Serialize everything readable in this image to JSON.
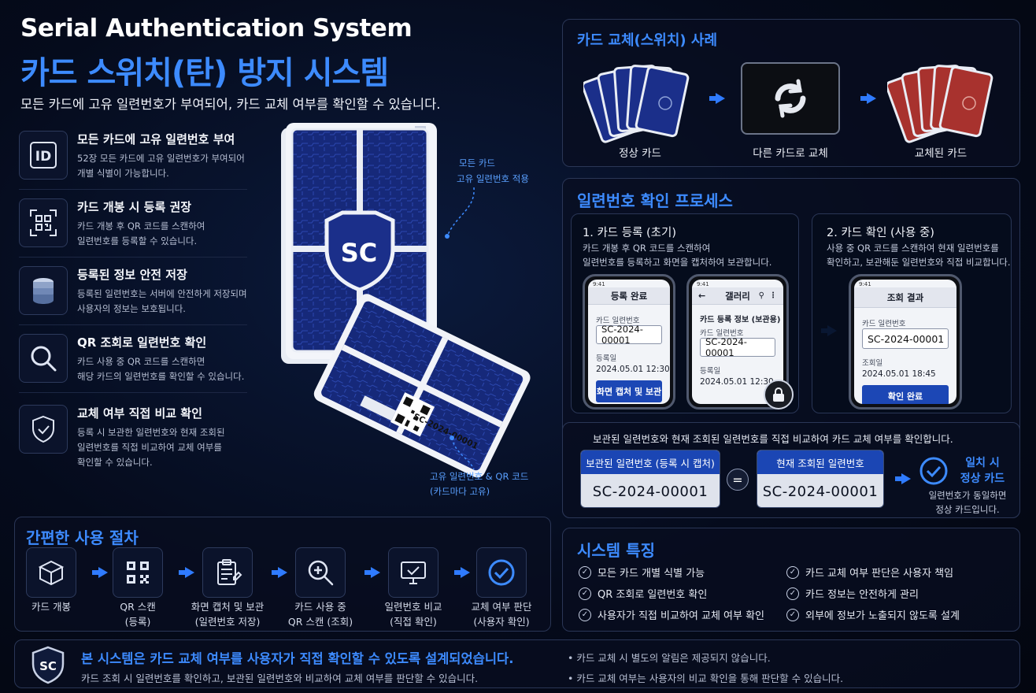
{
  "header": {
    "title_en": "Serial Authentication System",
    "title_ko": "카드 스위치(탄) 방지 시스템",
    "subtitle": "모든 카드에 고유 일련번호가 부여되어, 카드 교체 여부를 확인할 수 있습니다."
  },
  "features": [
    {
      "icon": "id-icon",
      "title": "모든 카드에 고유 일련번호 부여",
      "desc1": "52장 모든 카드에 고유 일련번호가 부여되어",
      "desc2": "개별 식별이 가능합니다.",
      "desc3": ""
    },
    {
      "icon": "qr-scan-icon",
      "title": "카드 개봉 시 등록 권장",
      "desc1": "카드 개봉 후 QR 코드를 스캔하여",
      "desc2": "일련번호를 등록할 수 있습니다.",
      "desc3": ""
    },
    {
      "icon": "database-icon",
      "title": "등록된 정보 안전 저장",
      "desc1": "등록된 일련번호는 서버에 안전하게 저장되며",
      "desc2": "사용자의 정보는 보호됩니다.",
      "desc3": ""
    },
    {
      "icon": "magnifier-icon",
      "title": "QR 조회로 일련번호 확인",
      "desc1": "카드 사용 중 QR 코드를 스캔하면",
      "desc2": "해당 카드의 일련번호를 확인할 수 있습니다.",
      "desc3": ""
    },
    {
      "icon": "shield-check-icon",
      "title": "교체 여부 직접 비교 확인",
      "desc1": "등록 시 보관한 일련번호와 현재 조회된",
      "desc2": "일련번호를 직접 비교하여 교체 여부를",
      "desc3": "확인할 수 있습니다."
    }
  ],
  "deck": {
    "logo": "SC",
    "callout_top_1": "모든 카드",
    "callout_top_2": "고유 일련번호 적용",
    "callout_bottom_1": "고유 일련번호 & QR 코드",
    "callout_bottom_2": "(카드마다 고유)",
    "card_serial": "SC-2024-00001"
  },
  "switch_case": {
    "title": "카드 교체(스위치) 사례",
    "normal": "정상 카드",
    "swap": "다른 카드로 교체",
    "swapped": "교체된 카드"
  },
  "process": {
    "title": "일련번호 확인 프로세스",
    "step1_title": "1. 카드 등록 (초기)",
    "step1_desc1": "카드 개봉 후 QR 코드를 스캔하여",
    "step1_desc2": "일련번호를 등록하고 화면을 캡처하여 보관합니다.",
    "step2_title": "2. 카드 확인 (사용 중)",
    "step2_desc1": "사용 중 QR 코드를 스캔하여 현재 일련번호를",
    "step2_desc2": "확인하고, 보관해둔 일련번호와 직접 비교합니다.",
    "phone1": {
      "time": "9:41",
      "header": "등록 완료",
      "label": "카드 일련번호",
      "serial": "SC-2024-00001",
      "date_label": "등록일",
      "date": "2024.05.01 12:30",
      "button": "화면 캡처 및 보관"
    },
    "phone2": {
      "time": "9:41",
      "header": "갤러리",
      "section": "카드 등록 정보 (보관용)",
      "label": "카드 일련번호",
      "serial": "SC-2024-00001",
      "date_label": "등록일",
      "date": "2024.05.01 12:30"
    },
    "phone3": {
      "time": "9:41",
      "header": "조회 결과",
      "label": "카드 일련번호",
      "serial": "SC-2024-00001",
      "date_label": "조회일",
      "date": "2024.05.01 18:45",
      "button": "확인 완료"
    }
  },
  "compare": {
    "desc": "보관된 일련번호와 현재 조회된 일련번호를 직접 비교하여 카드 교체 여부를 확인합니다.",
    "stored_label": "보관된 일련번호 (등록 시 캡처)",
    "stored_value": "SC-2024-00001",
    "equals": "=",
    "current_label": "현재 조회된 일련번호",
    "current_value": "SC-2024-00001",
    "result_1": "일치 시",
    "result_2": "정상 카드",
    "result_desc1": "일련번호가 동일하면",
    "result_desc2": "정상 카드입니다."
  },
  "system_features": {
    "title": "시스템 특징",
    "items": [
      "모든 카드 개별 식별 가능",
      "카드 교체 여부 판단은 사용자 책임",
      "QR 조회로 일련번호 확인",
      "카드 정보는 안전하게 관리",
      "사용자가 직접 비교하여 교체 여부 확인",
      "외부에 정보가 노출되지 않도록 설계"
    ]
  },
  "procedure": {
    "title": "간편한 사용 절차",
    "steps": [
      {
        "l1": "카드 개봉",
        "l2": ""
      },
      {
        "l1": "QR 스캔",
        "l2": "(등록)"
      },
      {
        "l1": "화면 캡처 및 보관",
        "l2": "(일련번호 저장)"
      },
      {
        "l1": "카드 사용 중",
        "l2": "QR 스캔 (조회)"
      },
      {
        "l1": "일련번호 비교",
        "l2": "(직접 확인)"
      },
      {
        "l1": "교체 여부 판단",
        "l2": "(사용자 확인)"
      }
    ]
  },
  "footer": {
    "logo": "SC",
    "main": "본 시스템은 카드 교체 여부를 사용자가 직접 확인할 수 있도록 설계되었습니다.",
    "sub": "카드 조회 시 일련번호를 확인하고, 보관된 일련번호와 비교하여 교체 여부를 판단할 수 있습니다.",
    "note1": "• 카드 교체 시 별도의 알림은 제공되지 않습니다.",
    "note2": "• 카드 교체 여부는 사용자의 비교 확인을 통해 판단할 수 있습니다."
  },
  "colors": {
    "accent": "#3d8bff",
    "card_blue": "#1b2f8a",
    "card_red": "#a8322e",
    "button_blue": "#1c47b5"
  }
}
